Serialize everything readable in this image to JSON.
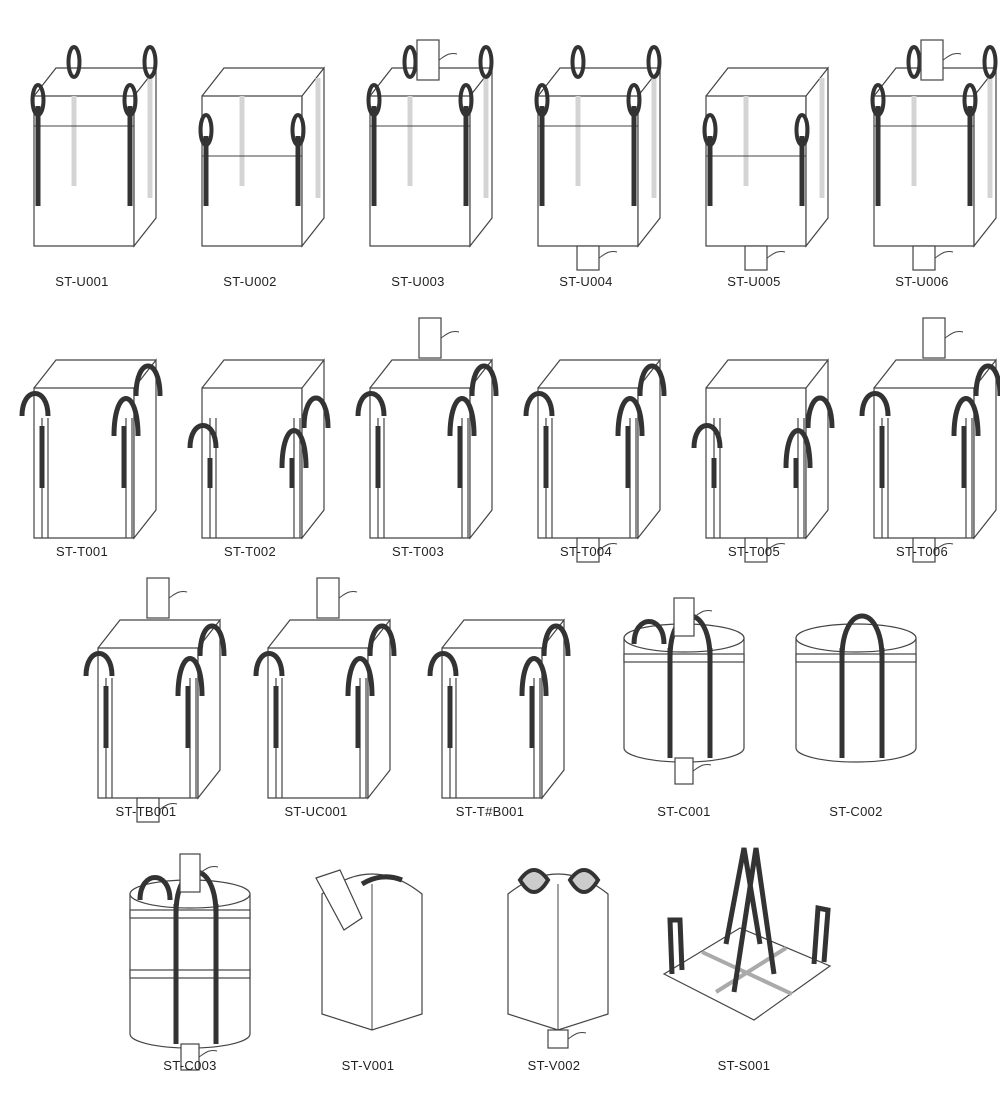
{
  "catalog": {
    "items": [
      {
        "code": "ST-U001",
        "type": "U",
        "inlet": false,
        "outlet": false,
        "drawn_loops": false
      },
      {
        "code": "ST-U002",
        "type": "U",
        "inlet": false,
        "outlet": false,
        "drawn_loops": false,
        "low_loops": true
      },
      {
        "code": "ST-U003",
        "type": "U",
        "inlet": true,
        "outlet": false,
        "drawn_loops": false
      },
      {
        "code": "ST-U004",
        "type": "U",
        "inlet": false,
        "outlet": true,
        "drawn_loops": false
      },
      {
        "code": "ST-U005",
        "type": "U",
        "inlet": false,
        "outlet": true,
        "drawn_loops": false,
        "low_loops": true
      },
      {
        "code": "ST-U006",
        "type": "U",
        "inlet": true,
        "outlet": true,
        "drawn_loops": false
      },
      {
        "code": "ST-T001",
        "type": "T",
        "inlet": false,
        "outlet": false
      },
      {
        "code": "ST-T002",
        "type": "T",
        "inlet": false,
        "outlet": false,
        "low_loops": true
      },
      {
        "code": "ST-T003",
        "type": "T",
        "inlet": true,
        "outlet": false
      },
      {
        "code": "ST-T004",
        "type": "T",
        "inlet": false,
        "outlet": true
      },
      {
        "code": "ST-T005",
        "type": "T",
        "inlet": false,
        "outlet": true,
        "low_loops": true
      },
      {
        "code": "ST-T006",
        "type": "T",
        "inlet": true,
        "outlet": true
      },
      {
        "code": "ST-TB001",
        "type": "T",
        "inlet": true,
        "outlet": true
      },
      {
        "code": "ST-UC001",
        "type": "UC",
        "inlet": true,
        "outlet": false
      },
      {
        "code": "ST-T#B001",
        "type": "TB",
        "inlet": false,
        "outlet": false
      },
      {
        "code": "ST-C001",
        "type": "C",
        "inlet": true,
        "outlet": true
      },
      {
        "code": "ST-C002",
        "type": "C2",
        "inlet": false,
        "outlet": false
      },
      {
        "code": "ST-C003",
        "type": "C3",
        "inlet": true,
        "outlet": true
      },
      {
        "code": "ST-V001",
        "type": "V1",
        "inlet": true,
        "outlet": false
      },
      {
        "code": "ST-V002",
        "type": "V2",
        "inlet": false,
        "outlet": true
      },
      {
        "code": "ST-S001",
        "type": "S",
        "inlet": false,
        "outlet": false
      }
    ],
    "colors": {
      "strap": "#333333",
      "light_strap": "#d4d4d4",
      "line": "#444444",
      "text": "#222222"
    }
  }
}
